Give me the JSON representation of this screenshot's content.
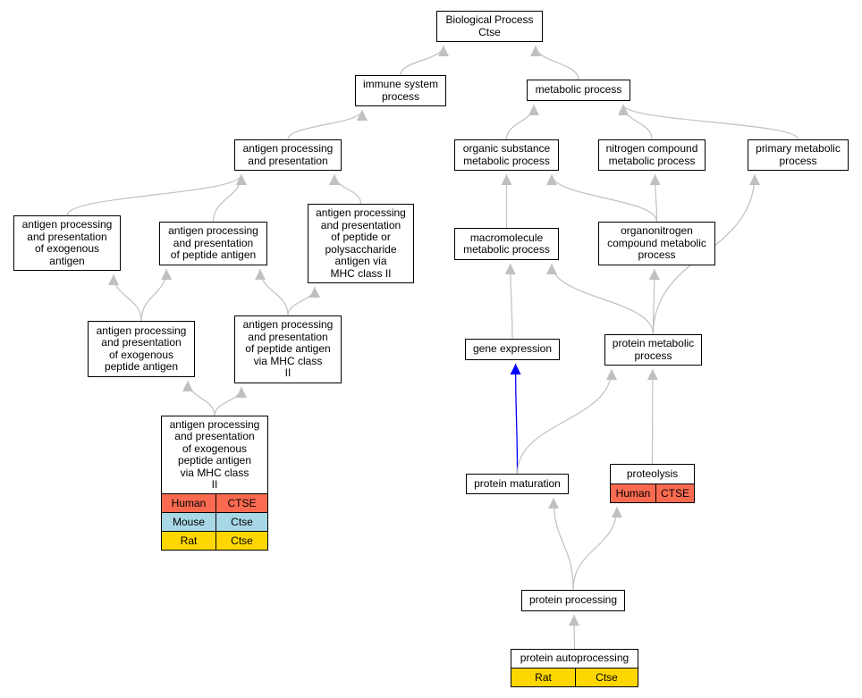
{
  "colors": {
    "edge": "#c0c0c0",
    "highlight_edge": "#0000ff",
    "Human": "#fa6a50",
    "Mouse": "#a8d8e6",
    "Rat": "#ffd700"
  },
  "nodes": {
    "bp_root": {
      "label": "Biological Process\nCtse"
    },
    "immune": {
      "label": "immune system\nprocess"
    },
    "metabolic": {
      "label": "metabolic process"
    },
    "app": {
      "label": "antigen processing\nand presentation"
    },
    "org_sub": {
      "label": "organic substance\nmetabolic process"
    },
    "nitrogen": {
      "label": "nitrogen compound\nmetabolic process"
    },
    "primary": {
      "label": "primary metabolic\nprocess"
    },
    "app_exo": {
      "label": "antigen processing\nand presentation\nof exogenous\nantigen"
    },
    "app_pep": {
      "label": "antigen processing\nand presentation\nof peptide antigen"
    },
    "app_poly": {
      "label": "antigen processing\nand presentation\nof peptide or\npolysaccharide\nantigen via\nMHC class II"
    },
    "macro": {
      "label": "macromolecule\nmetabolic process"
    },
    "orgnitro": {
      "label": "organonitrogen\ncompound metabolic\nprocess"
    },
    "app_exo_pep": {
      "label": "antigen processing\nand presentation\nof exogenous\npeptide antigen"
    },
    "app_pep_mhc2": {
      "label": "antigen processing\nand presentation\nof peptide antigen\nvia MHC class\nII"
    },
    "gene_expr": {
      "label": "gene expression"
    },
    "prot_met": {
      "label": "protein metabolic\nprocess"
    },
    "app_exo_pep_mhc2": {
      "label": "antigen processing\nand presentation\nof exogenous\npeptide antigen\nvia MHC class\nII",
      "orthologs": [
        {
          "species": "Human",
          "gene": "CTSE"
        },
        {
          "species": "Mouse",
          "gene": "Ctse"
        },
        {
          "species": "Rat",
          "gene": "Ctse"
        }
      ]
    },
    "prot_mat": {
      "label": "protein maturation"
    },
    "proteolysis": {
      "label": "proteolysis",
      "orthologs": [
        {
          "species": "Human",
          "gene": "CTSE"
        }
      ]
    },
    "prot_proc": {
      "label": "protein processing"
    },
    "prot_auto": {
      "label": "protein autoprocessing",
      "orthologs": [
        {
          "species": "Rat",
          "gene": "Ctse"
        }
      ]
    }
  },
  "edges": [
    {
      "from": "immune",
      "to": "bp_root"
    },
    {
      "from": "metabolic",
      "to": "bp_root"
    },
    {
      "from": "app",
      "to": "immune"
    },
    {
      "from": "org_sub",
      "to": "metabolic"
    },
    {
      "from": "nitrogen",
      "to": "metabolic"
    },
    {
      "from": "primary",
      "to": "metabolic"
    },
    {
      "from": "app_exo",
      "to": "app"
    },
    {
      "from": "app_pep",
      "to": "app"
    },
    {
      "from": "app_poly",
      "to": "app"
    },
    {
      "from": "macro",
      "to": "org_sub"
    },
    {
      "from": "orgnitro",
      "to": "org_sub"
    },
    {
      "from": "orgnitro",
      "to": "nitrogen"
    },
    {
      "from": "app_exo_pep",
      "to": "app_exo"
    },
    {
      "from": "app_exo_pep",
      "to": "app_pep"
    },
    {
      "from": "app_pep_mhc2",
      "to": "app_pep"
    },
    {
      "from": "app_pep_mhc2",
      "to": "app_poly"
    },
    {
      "from": "gene_expr",
      "to": "macro"
    },
    {
      "from": "prot_met",
      "to": "macro"
    },
    {
      "from": "prot_met",
      "to": "orgnitro"
    },
    {
      "from": "prot_met",
      "to": "primary"
    },
    {
      "from": "app_exo_pep_mhc2",
      "to": "app_exo_pep"
    },
    {
      "from": "app_exo_pep_mhc2",
      "to": "app_pep_mhc2"
    },
    {
      "from": "prot_mat",
      "to": "gene_expr",
      "highlight": true
    },
    {
      "from": "prot_mat",
      "to": "prot_met"
    },
    {
      "from": "proteolysis",
      "to": "prot_met"
    },
    {
      "from": "prot_proc",
      "to": "prot_mat"
    },
    {
      "from": "prot_proc",
      "to": "proteolysis"
    },
    {
      "from": "prot_auto",
      "to": "prot_proc"
    }
  ]
}
